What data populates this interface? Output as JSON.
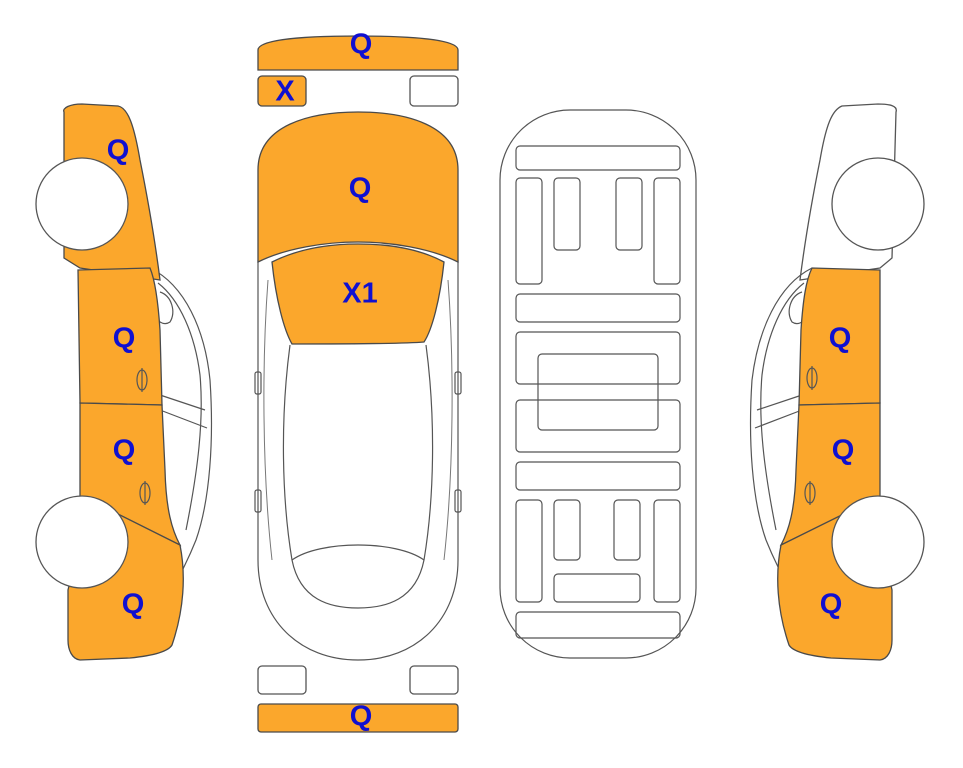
{
  "colors": {
    "highlight": "#FBA72C",
    "code_text": "#1010D0",
    "outline": "#555555"
  },
  "left_side": {
    "front_fender_code": "Q",
    "front_door_code": "Q",
    "rear_door_code": "Q",
    "rear_quarter_code": "Q"
  },
  "top_view": {
    "front_bumper_code": "Q",
    "left_front_part_code": "X",
    "hood_code": "Q",
    "windshield_code": "X1",
    "rear_bumper_code": "Q"
  },
  "right_side": {
    "front_door_code": "Q",
    "rear_door_code": "Q",
    "rear_quarter_code": "Q"
  }
}
